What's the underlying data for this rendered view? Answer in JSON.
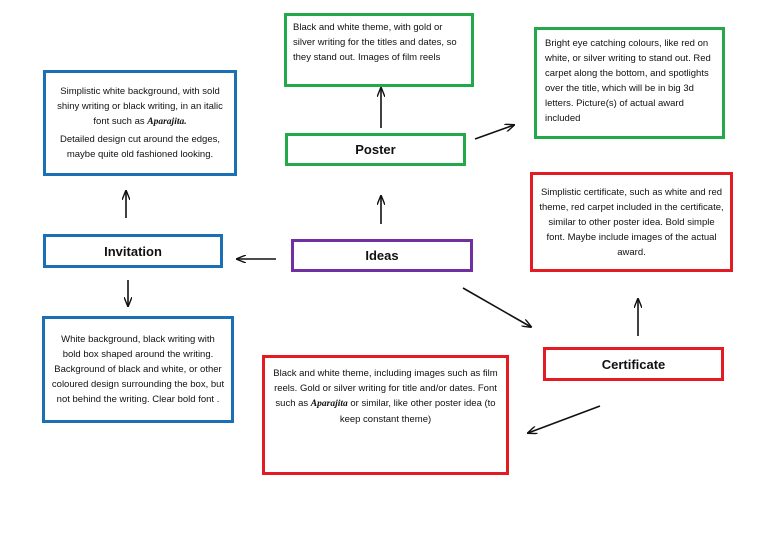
{
  "nodes": {
    "ideas": "Ideas",
    "poster": "Poster",
    "invitation": "Invitation",
    "certificate": "Certificate"
  },
  "notes": {
    "poster_top": "Black and white theme, with gold or silver writing for the titles and dates, so they stand out. Images of film reels",
    "poster_right": "Bright eye catching colours, like red on white, or silver writing to stand out. Red carpet along the bottom, and spotlights over the title, which will be in big 3d letters. Picture(s) of actual award included",
    "invitation_top": {
      "text_before": "Simplistic white background, with sold shiny writing or black writing, in an italic font such as ",
      "font_name": "Aparajita.",
      "line2": "Detailed design cut around the edges, maybe quite old fashioned looking."
    },
    "invitation_bottom": "White background, black writing with bold box shaped around the writing. Background of black and white, or other coloured design surrounding the box, but not behind the writing. Clear bold font .",
    "certificate_top": "Simplistic certificate, such as white and red theme, red carpet included in the certificate, similar to other poster idea. Bold simple font. Maybe include images of the actual award.",
    "certificate_bottom": {
      "text_before": "Black and white theme, including images such as film reels. Gold or silver writing for title and/or dates. Font such as ",
      "font_name": "Aparajita",
      "text_after": " or similar, like other poster idea (to keep constant theme)"
    }
  },
  "colors": {
    "blue": "#1a6fb5",
    "green": "#23a84a",
    "red": "#e31b23",
    "purple": "#7030a0"
  }
}
